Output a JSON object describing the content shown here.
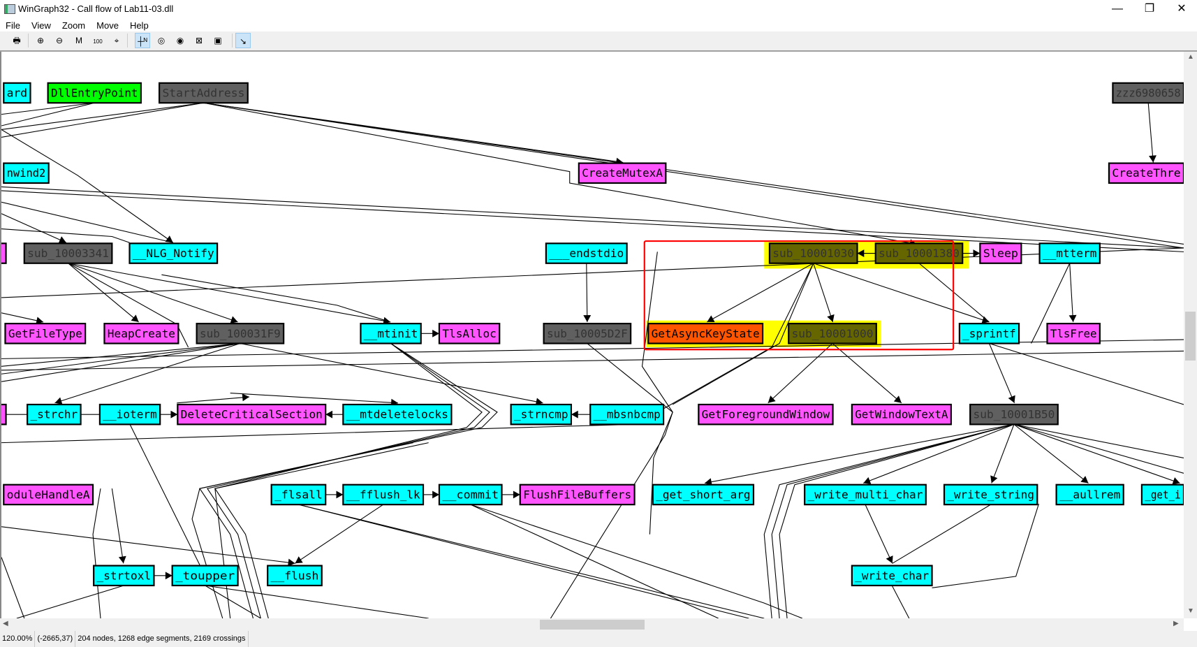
{
  "window": {
    "title": "WinGraph32 - Call flow of Lab11-03.dll",
    "minimize": "—",
    "restore": "❐",
    "close": "✕"
  },
  "menu": [
    "File",
    "View",
    "Zoom",
    "Move",
    "Help"
  ],
  "toolbar": [
    {
      "icon": "print-icon",
      "glyph": "🖶"
    },
    {
      "icon": "zoom-in-icon",
      "glyph": "⊕"
    },
    {
      "icon": "zoom-out-icon",
      "glyph": "⊖"
    },
    {
      "icon": "fit-window-icon",
      "glyph": "M"
    },
    {
      "icon": "zoom-100-icon",
      "glyph": "100"
    },
    {
      "icon": "center-icon",
      "glyph": "⌖"
    },
    {
      "icon": "north-icon",
      "glyph": "┼ᴺ",
      "active": true
    },
    {
      "icon": "fisheye-icon",
      "glyph": "◎"
    },
    {
      "icon": "fisheye-green-icon",
      "glyph": "◉"
    },
    {
      "icon": "fisheye-cartesian-icon",
      "glyph": "⊠"
    },
    {
      "icon": "fisheye-cartesian-green-icon",
      "glyph": "▣"
    },
    {
      "icon": "follow-edge-icon",
      "glyph": "↘",
      "active": true
    }
  ],
  "colors": {
    "cyan": "#00ffff",
    "magenta": "#ff55ff",
    "gray": "#606060",
    "green": "#00ff00",
    "olive": "#666600",
    "orange": "#ff5500",
    "highlight": "#ffff00",
    "selection": "#ff0000"
  },
  "graph": {
    "nodes": [
      {
        "label": "ard",
        "color": "cyan"
      },
      {
        "label": "DllEntryPoint",
        "color": "green"
      },
      {
        "label": "StartAddress",
        "color": "gray"
      },
      {
        "label": "zzz6980658",
        "color": "gray"
      },
      {
        "label": "nwind2",
        "color": "cyan"
      },
      {
        "label": "CreateMutexA",
        "color": "magenta"
      },
      {
        "label": "CreateThre",
        "color": "magenta"
      },
      {
        "label": "",
        "color": "magenta"
      },
      {
        "label": "sub_10003341",
        "color": "gray"
      },
      {
        "label": "__NLG_Notify",
        "color": "cyan"
      },
      {
        "label": "___endstdio",
        "color": "cyan"
      },
      {
        "label": "sub_10001030",
        "color": "olive"
      },
      {
        "label": "sub_10001380",
        "color": "olive"
      },
      {
        "label": "Sleep",
        "color": "magenta"
      },
      {
        "label": "__mtterm",
        "color": "cyan"
      },
      {
        "label": "GetFileType",
        "color": "magenta"
      },
      {
        "label": "HeapCreate",
        "color": "magenta"
      },
      {
        "label": "sub_100031F9",
        "color": "gray"
      },
      {
        "label": "__mtinit",
        "color": "cyan"
      },
      {
        "label": "TlsAlloc",
        "color": "magenta"
      },
      {
        "label": "sub_10005D2F",
        "color": "gray"
      },
      {
        "label": "GetAsyncKeyState",
        "color": "orange"
      },
      {
        "label": "sub_10001000",
        "color": "olive"
      },
      {
        "label": "_sprintf",
        "color": "cyan"
      },
      {
        "label": "TlsFree",
        "color": "magenta"
      },
      {
        "label": "",
        "color": "magenta"
      },
      {
        "label": "_strchr",
        "color": "cyan"
      },
      {
        "label": "__ioterm",
        "color": "cyan"
      },
      {
        "label": "DeleteCriticalSection",
        "color": "magenta"
      },
      {
        "label": "__mtdeletelocks",
        "color": "cyan"
      },
      {
        "label": "_strncmp",
        "color": "cyan"
      },
      {
        "label": "__mbsnbcmp",
        "color": "cyan"
      },
      {
        "label": "GetForegroundWindow",
        "color": "magenta"
      },
      {
        "label": "GetWindowTextA",
        "color": "magenta"
      },
      {
        "label": "sub_10001B50",
        "color": "gray"
      },
      {
        "label": "oduleHandleA",
        "color": "magenta"
      },
      {
        "label": "_flsall",
        "color": "cyan"
      },
      {
        "label": "__fflush_lk",
        "color": "cyan"
      },
      {
        "label": "__commit",
        "color": "cyan"
      },
      {
        "label": "FlushFileBuffers",
        "color": "magenta"
      },
      {
        "label": "_get_short_arg",
        "color": "cyan"
      },
      {
        "label": "_write_multi_char",
        "color": "cyan"
      },
      {
        "label": "_write_string",
        "color": "cyan"
      },
      {
        "label": "__aullrem",
        "color": "cyan"
      },
      {
        "label": "_get_i",
        "color": "cyan"
      },
      {
        "label": "_strtoxl",
        "color": "cyan"
      },
      {
        "label": "_toupper",
        "color": "cyan"
      },
      {
        "label": "__flush",
        "color": "cyan"
      },
      {
        "label": "_write_char",
        "color": "cyan"
      }
    ]
  },
  "status": {
    "zoom": "120.00%",
    "position": "(-2665,37)",
    "summary": "204 nodes, 1268 edge segments, 2169 crossings"
  }
}
